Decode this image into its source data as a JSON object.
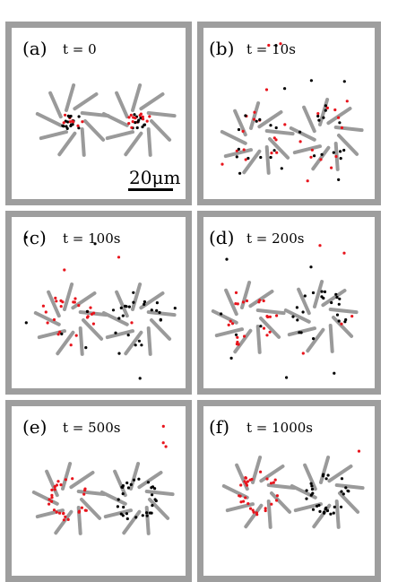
{
  "figure": {
    "panels": [
      {
        "id": "a",
        "label": "(a)",
        "time": "t = 0"
      },
      {
        "id": "b",
        "label": "(b)",
        "time": "t = 10s"
      },
      {
        "id": "c",
        "label": "(c)",
        "time": "t = 100s"
      },
      {
        "id": "d",
        "label": "(d)",
        "time": "t = 200s"
      },
      {
        "id": "e",
        "label": "(e)",
        "time": "t = 500s"
      },
      {
        "id": "f",
        "label": "(f)",
        "time": "t = 1000s"
      }
    ],
    "scale_bar": {
      "label": "20μm"
    },
    "colors": {
      "frame": "#9e9e9e",
      "blade": "#9a9a9a",
      "particle_red": "#e8141c",
      "particle_black": "#000000"
    }
  }
}
